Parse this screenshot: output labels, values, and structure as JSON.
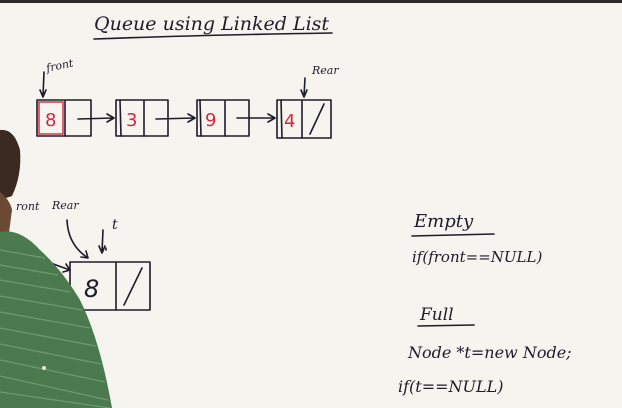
{
  "title": "Queue using Linked List",
  "top_list": {
    "front_label": "front",
    "rear_label": "Rear",
    "nodes": [
      "8",
      "3",
      "9",
      "4"
    ]
  },
  "single_node": {
    "front_label": "ront",
    "rear_label": "Rear",
    "t_label": "t",
    "value": "8"
  },
  "empty_section": {
    "heading": "Empty",
    "condition": "if(front==NULL)"
  },
  "full_section": {
    "heading": "Full",
    "line1": "Node *t=new Node;",
    "line2": "if(t==NULL)"
  },
  "colors": {
    "board": "#f5f4ef",
    "ink": "#1c1c2a",
    "data_ink": "#d8263a",
    "shirt": "#4a7a4e"
  }
}
